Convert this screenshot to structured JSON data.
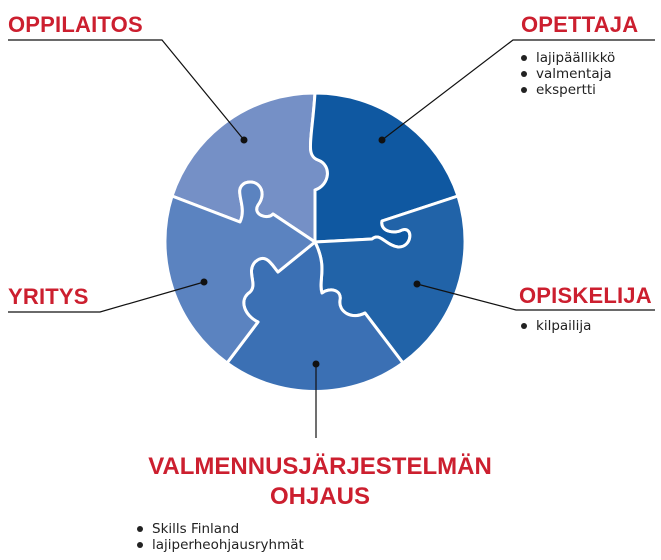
{
  "nodes": {
    "oppilaitos": {
      "label": "OPPILAITOS",
      "bullets": []
    },
    "opettaja": {
      "label": "OPETTAJA",
      "bullets": [
        "lajipäällikkö",
        "valmentaja",
        "ekspertti"
      ]
    },
    "opiskelija": {
      "label": "OPISKELIJA",
      "bullets": [
        "kilpailija"
      ]
    },
    "yritys": {
      "label": "YRITYS",
      "bullets": []
    },
    "valmennus": {
      "label_line1": "VALMENNUSJÄRJESTELMÄN",
      "label_line2": "OHJAUS",
      "bullets": [
        "Skills Finland",
        "lajiperheohjausryhmät"
      ]
    }
  },
  "colors": {
    "label": "#cc1f2f",
    "piece_top_left": "#7590c6",
    "piece_top_right": "#0f58a1",
    "piece_right": "#2163a8",
    "piece_bottom": "#3b70b4",
    "piece_left": "#5b83c0",
    "outline": "#ffffff"
  }
}
